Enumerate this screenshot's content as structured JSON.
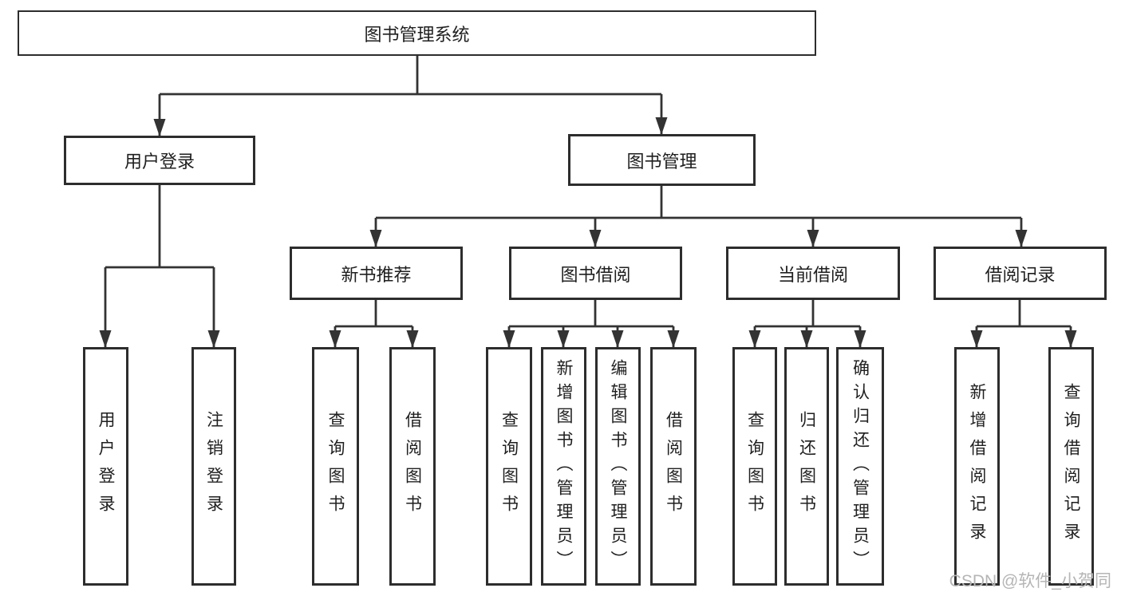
{
  "diagram": {
    "title": "图书管理系统",
    "children": [
      {
        "label": "用户登录",
        "children": [
          {
            "label": "用户登录"
          },
          {
            "label": "注销登录"
          }
        ]
      },
      {
        "label": "图书管理",
        "children": [
          {
            "label": "新书推荐",
            "children": [
              {
                "label": "查询图书"
              },
              {
                "label": "借阅图书"
              }
            ]
          },
          {
            "label": "图书借阅",
            "children": [
              {
                "label": "查询图书"
              },
              {
                "label": "新增图书（管理员）"
              },
              {
                "label": "编辑图书（管理员）"
              },
              {
                "label": "借阅图书"
              }
            ]
          },
          {
            "label": "当前借阅",
            "children": [
              {
                "label": "查询图书"
              },
              {
                "label": "归还图书"
              },
              {
                "label": "确认归还（管理员）"
              }
            ]
          },
          {
            "label": "借阅记录",
            "children": [
              {
                "label": "新增借阅记录"
              },
              {
                "label": "查询借阅记录"
              }
            ]
          }
        ]
      }
    ]
  },
  "watermark": {
    "text": "CSDN @软件_小贺同学"
  },
  "colors": {
    "line": "#333333",
    "border": "#2d2d2d",
    "text": "#1f1f1f",
    "background": "#ffffff",
    "watermark": "#b5b5b5"
  }
}
